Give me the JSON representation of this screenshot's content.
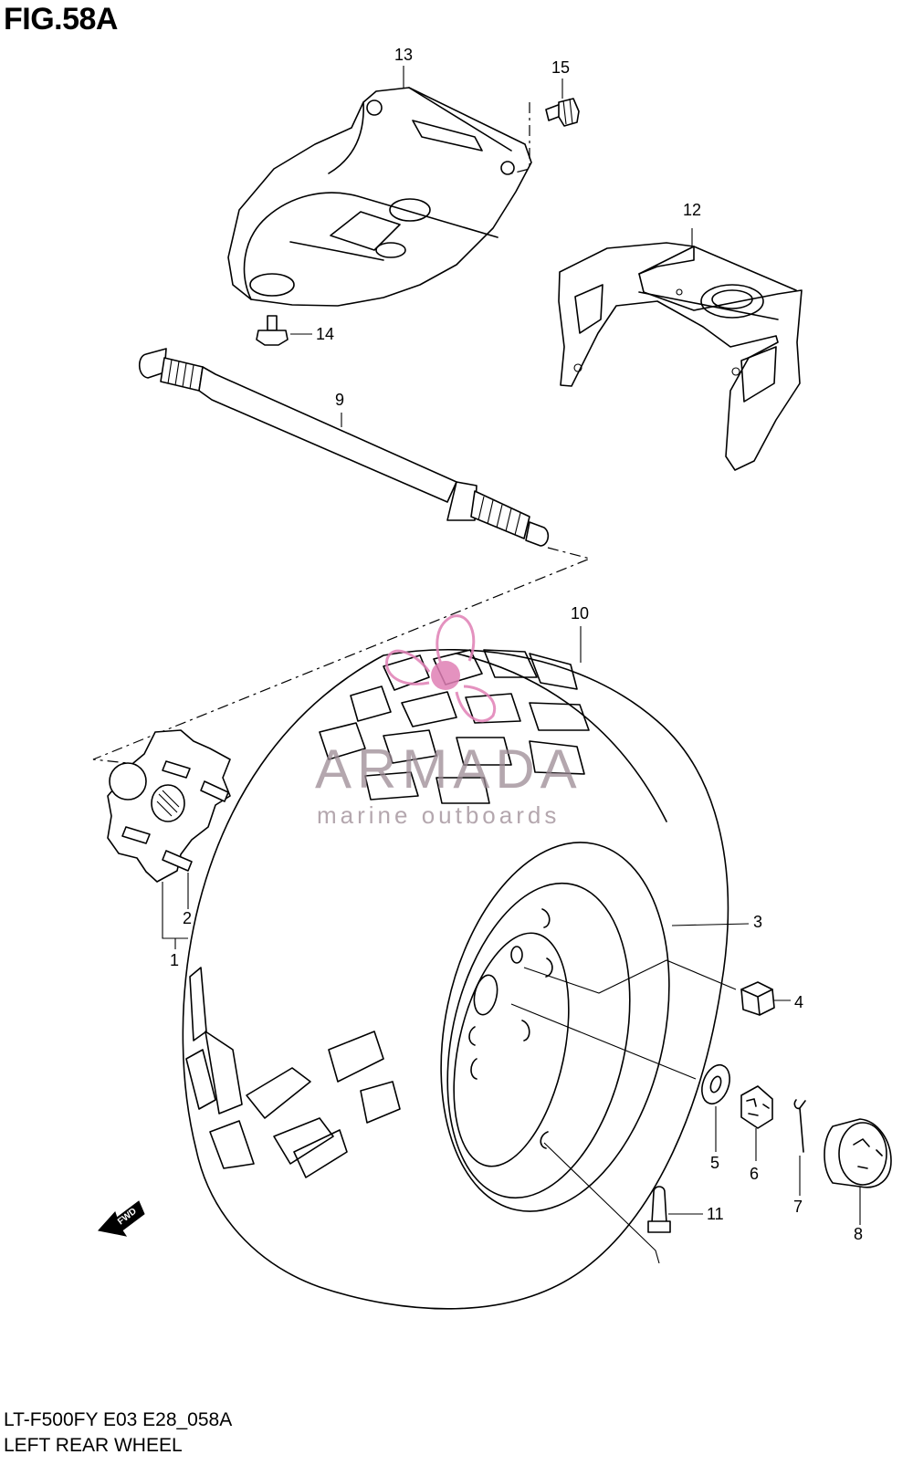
{
  "figure": {
    "title": "FIG.58A",
    "model_code": "LT-F500FY E03 E28_058A",
    "caption": "LEFT REAR WHEEL"
  },
  "watermark": {
    "brand": "ARMADA",
    "tagline": "marine outboards",
    "color": "#e07fb5"
  },
  "parts": [
    {
      "id": "part-1",
      "number": "1"
    },
    {
      "id": "part-2",
      "number": "2"
    },
    {
      "id": "part-3",
      "number": "3"
    },
    {
      "id": "part-4",
      "number": "4"
    },
    {
      "id": "part-5",
      "number": "5"
    },
    {
      "id": "part-6",
      "number": "6"
    },
    {
      "id": "part-7",
      "number": "7"
    },
    {
      "id": "part-8",
      "number": "8"
    },
    {
      "id": "part-9",
      "number": "9"
    },
    {
      "id": "part-10",
      "number": "10"
    },
    {
      "id": "part-11",
      "number": "11"
    },
    {
      "id": "part-12",
      "number": "12"
    },
    {
      "id": "part-13",
      "number": "13"
    },
    {
      "id": "part-14",
      "number": "14"
    },
    {
      "id": "part-15",
      "number": "15"
    }
  ],
  "direction_marker": {
    "label": "FWD"
  }
}
